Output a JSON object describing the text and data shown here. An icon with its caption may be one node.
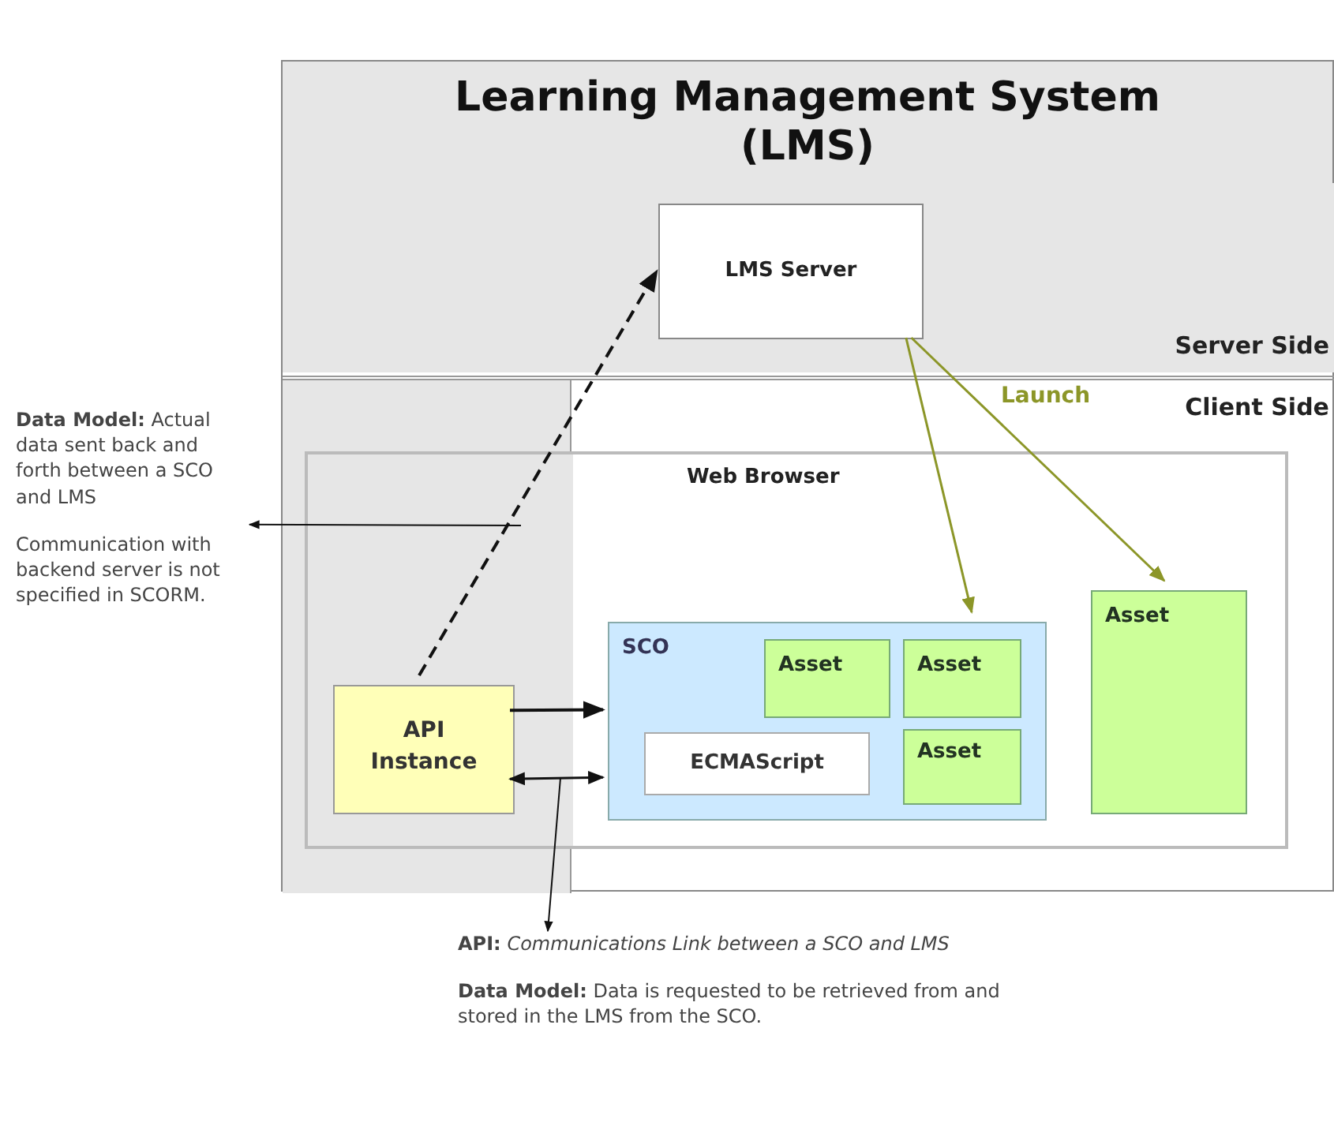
{
  "diagram": {
    "nodes": [
      {
        "text": [
          "Learning Management System (LMS)"
        ]
      },
      {
        "text": [
          "Server Side"
        ],
        "in": 0
      },
      {
        "text": [
          "LMS Server"
        ],
        "in": 1
      },
      {
        "text": [
          "Client Side"
        ],
        "in": 0
      },
      {
        "text": [
          "Web Browser"
        ],
        "in": 3
      },
      {
        "text": [
          "API Instance"
        ],
        "in": 4
      },
      {
        "text": [
          "SCO"
        ],
        "in": 4
      },
      {
        "text": [
          "Asset"
        ],
        "in": 6
      },
      {
        "text": [
          "Asset"
        ],
        "in": 6
      },
      {
        "text": [
          "ECMAScript"
        ],
        "in": 6
      },
      {
        "text": [
          "Asset"
        ],
        "in": 6
      },
      {
        "text": [
          "Asset"
        ],
        "in": 4
      },
      {
        "text": [
          "**Data Model:** Actual data sent back and forth between a SCO and LMS",
          "Communication with backend server is not specified in SCORM."
        ]
      },
      {
        "text": [
          "**API:** *Communications Link between a SCO and LMS*",
          "**Data Model:**  Data is requested to be retrieved from and stored in the LMS from the SCO."
        ]
      }
    ],
    "edges": [
      {
        "from": 5,
        "to": 2,
        "arrow": "to",
        "style": "dashed"
      },
      {
        "from": 2,
        "to": 6,
        "arrow": "to",
        "color": "#8c9628"
      },
      {
        "from": 2,
        "to": 11,
        "arrow": "to",
        "color": "#8c9628",
        "label": "Launch"
      },
      {
        "from": 5,
        "to": 6,
        "arrow": "to"
      },
      {
        "from": 5,
        "to": 6,
        "arrow": "both"
      },
      {
        "from": null,
        "to": 12,
        "arrow": "to"
      },
      {
        "from": null,
        "to": 13,
        "arrow": "to"
      }
    ]
  }
}
